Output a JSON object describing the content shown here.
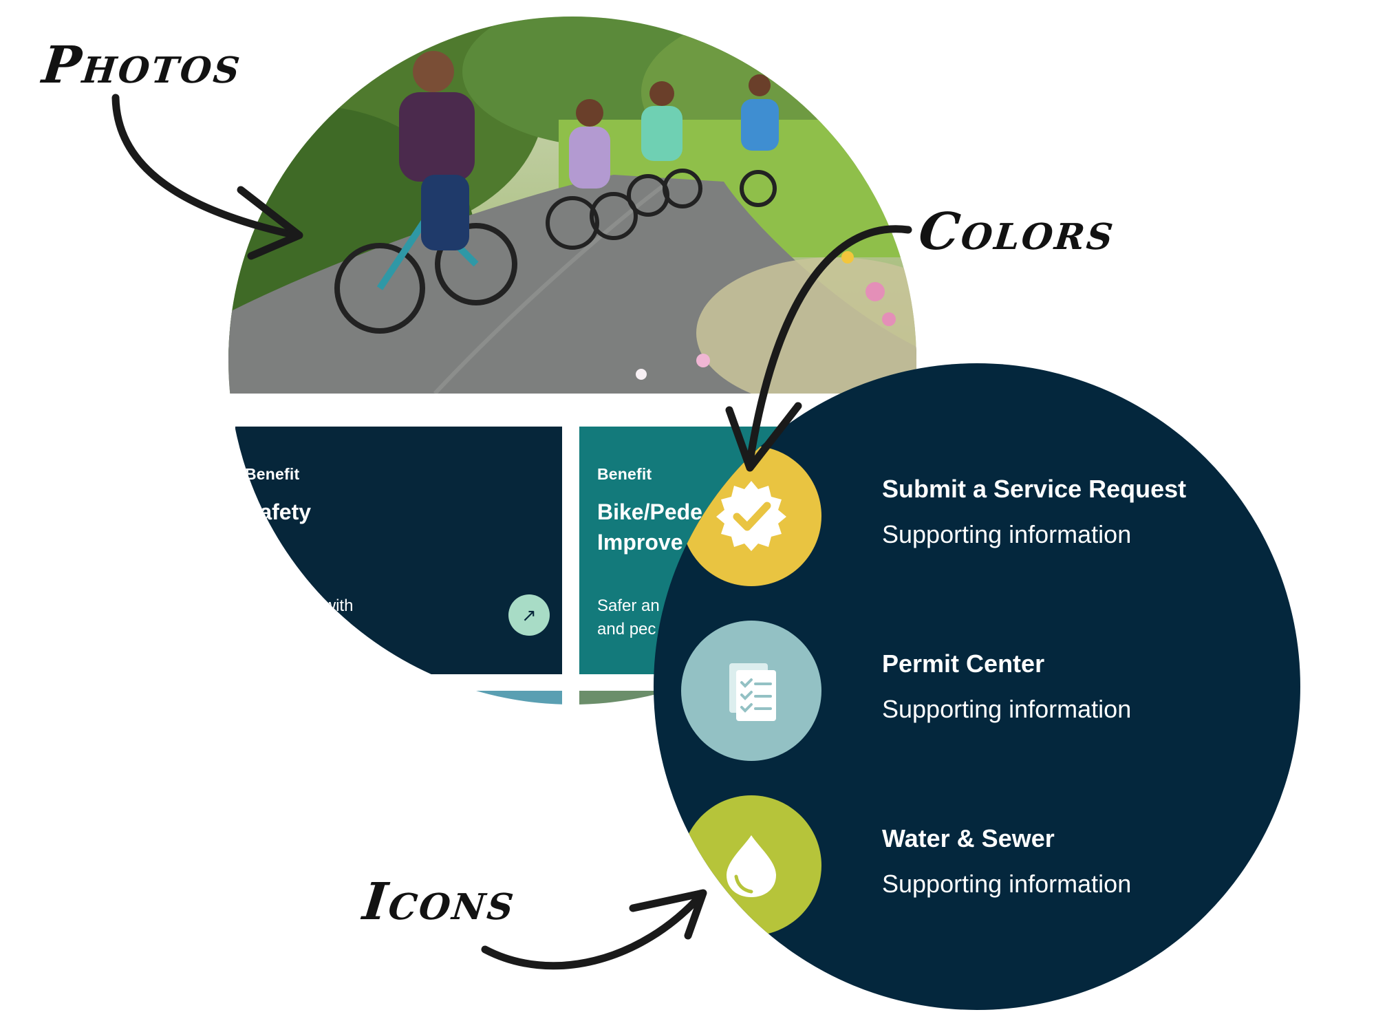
{
  "annotations": {
    "photos": "Photos",
    "colors": "Colors",
    "icons": "Icons"
  },
  "photo_panel": {
    "cards": [
      {
        "eyebrow": "Benefit",
        "title": "Safety",
        "description": "Reduction with\nconstruction",
        "action_icon": "arrow-up-right-icon",
        "color": "#06263a"
      },
      {
        "eyebrow": "Benefit",
        "title": "Bike/Pede\nImprove",
        "description": "Safer an\nand pec",
        "color": "#137a7b"
      }
    ],
    "arrow_glyph": "↗"
  },
  "services": {
    "background_color": "#04273d",
    "items": [
      {
        "title": "Submit a Service Request",
        "subtitle": "Supporting information",
        "icon": "badge-check-icon",
        "icon_color": "#e9c441"
      },
      {
        "title": "Permit Center",
        "subtitle": "Supporting information",
        "icon": "checklist-document-icon",
        "icon_color": "#93c1c4"
      },
      {
        "title": "Water & Sewer",
        "subtitle": "Supporting information",
        "icon": "water-drop-icon",
        "icon_color": "#b6c43a"
      }
    ]
  }
}
